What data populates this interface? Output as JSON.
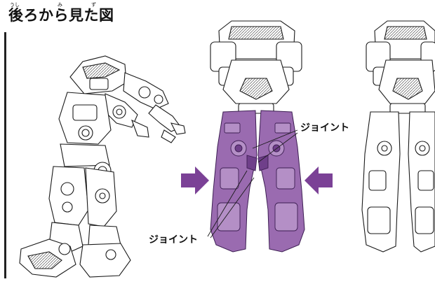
{
  "heading": {
    "text": "後ろから見た図",
    "furigana": [
      "うし",
      "み",
      "ず"
    ]
  },
  "callouts": {
    "joint_upper": "ジョイント",
    "joint_lower": "ジョイント"
  },
  "colors": {
    "highlight": "#9a6bb0",
    "highlight_dark": "#6f3f8a",
    "ink": "#1a1a1a",
    "arrow": "#7b4196"
  },
  "figures": [
    "robot-back-angled",
    "robot-back-legs-joined",
    "robot-back-legs-separated"
  ]
}
